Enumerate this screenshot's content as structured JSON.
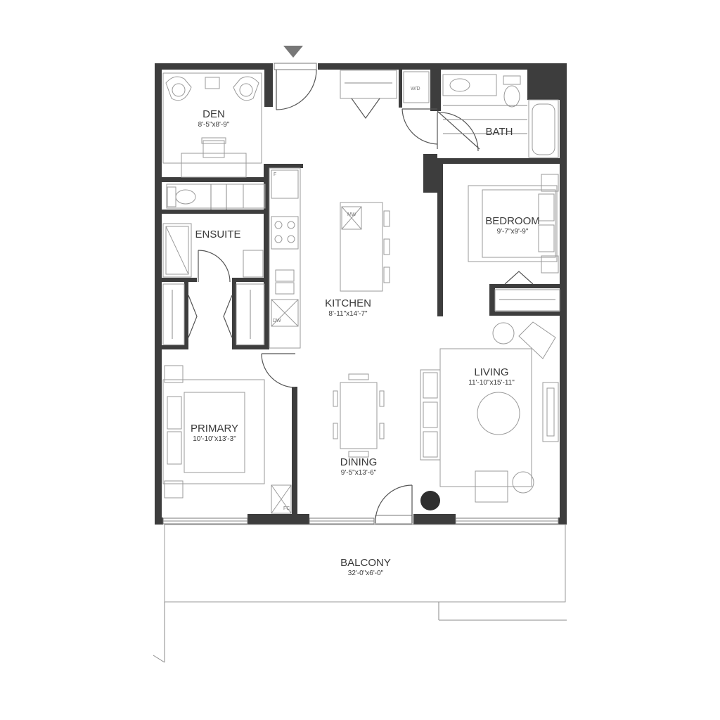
{
  "rooms": {
    "den": {
      "name": "DEN",
      "dim": "8'-5\"x8'-9\""
    },
    "bath": {
      "name": "BATH"
    },
    "bedroom": {
      "name": "BEDROOM",
      "dim": "9'-7\"x9'-9\""
    },
    "ensuite": {
      "name": "ENSUITE"
    },
    "kitchen": {
      "name": "KITCHEN",
      "dim": "8'-11\"x14'-7\""
    },
    "living": {
      "name": "LIVING",
      "dim": "11'-10\"x15'-11\""
    },
    "primary": {
      "name": "PRIMARY",
      "dim": "10'-10\"x13'-3\""
    },
    "dining": {
      "name": "DINING",
      "dim": "9'-5\"x13'-6\""
    },
    "balcony": {
      "name": "BALCONY",
      "dim": "32'-0\"x6'-0\""
    }
  },
  "tags": {
    "microwave": "MW",
    "washer_dryer": "W/D",
    "dishwasher": "DW",
    "fridge": "F",
    "fan_coil": "FC"
  },
  "entry_marker": {
    "icon": "entry-arrow-icon",
    "color": "#777777"
  },
  "wall_color": "#3d3d3d"
}
